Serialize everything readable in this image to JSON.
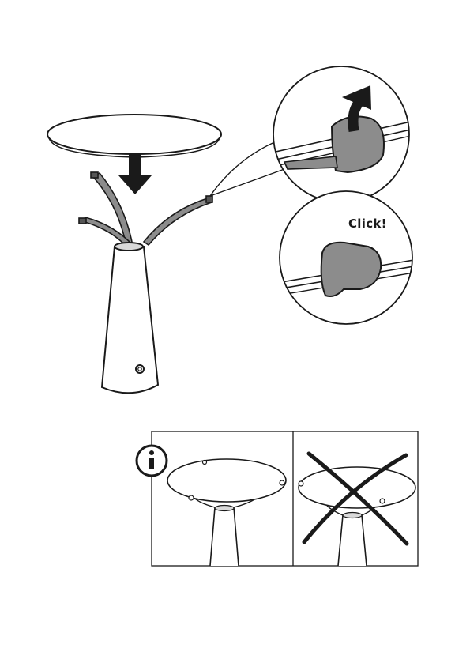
{
  "page": {
    "background": "#ffffff",
    "line_color": "#1a1a1a",
    "part_fill": "#8c8c8c"
  },
  "assembly": {
    "shade_icon": "lampshade-disc",
    "arrow_icon": "down-arrow-icon",
    "base_icon": "lamp-base-with-arms"
  },
  "detail_lift": {
    "icon": "up-arrow-icon",
    "clip_icon": "clip-icon"
  },
  "detail_click": {
    "label": "Click!",
    "clip_icon": "clip-icon"
  },
  "comparison": {
    "correct_panel_icon": "info-icon",
    "wrong_panel_icon": "cross-out-icon"
  }
}
